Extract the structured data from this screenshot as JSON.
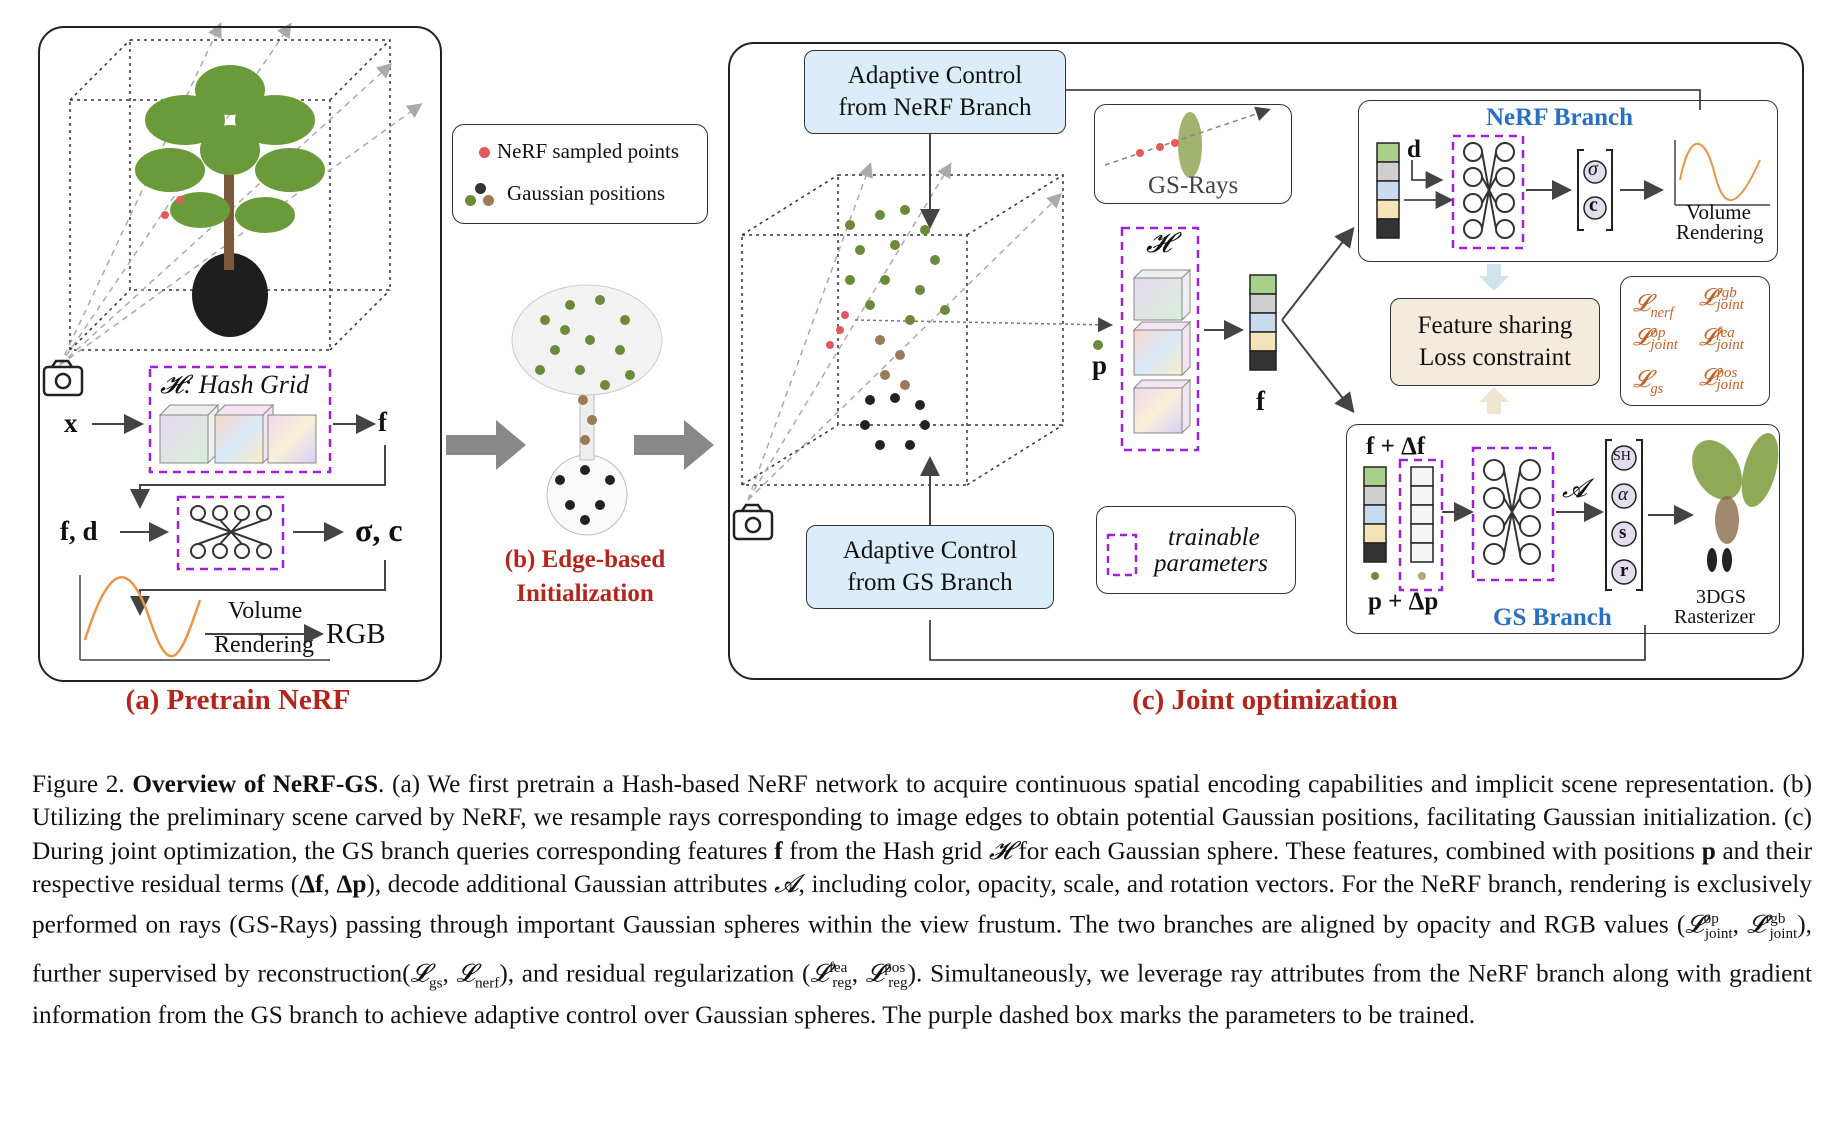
{
  "panel_a": {
    "title": "(a) Pretrain NeRF",
    "hash_grid_label": "𝓗: Hash Grid",
    "x_label": "x",
    "f_label": "f",
    "fd_label": "f, d",
    "sigma_c_label": "σ, c",
    "volume_rendering_label_1": "Volume",
    "volume_rendering_label_2": "Rendering",
    "rgb_label": "RGB"
  },
  "legend": {
    "items": [
      {
        "label": "NeRF sampled points",
        "color": "#e45a5a"
      },
      {
        "label": "Gaussian positions",
        "color": "#6b8a3a"
      }
    ]
  },
  "panel_b": {
    "title_line1": "(b) Edge-based",
    "title_line2": "Initialization"
  },
  "panel_c": {
    "title": "(c) Joint optimization",
    "adaptive_nerf_line1": "Adaptive Control",
    "adaptive_nerf_line2": "from NeRF Branch",
    "adaptive_gs_line1": "Adaptive Control",
    "adaptive_gs_line2": "from GS Branch",
    "gs_rays_label": "GS-Rays",
    "hash_label": "𝓗",
    "p_label": "p",
    "f_label": "f",
    "nerf_branch_title": "NeRF Branch",
    "d_label": "d",
    "sigma_label": "σ",
    "c_label": "c",
    "volume_rendering_1": "Volume",
    "volume_rendering_2": "Rendering",
    "feature_sharing_1": "Feature sharing",
    "feature_sharing_2": "Loss constraint",
    "losses": {
      "nerf": "nerf",
      "joint_rgb": "rgb",
      "joint": "joint",
      "op": "op",
      "fea": "fea",
      "gs": "gs",
      "pos": "pos"
    },
    "f_delta_label": "f + Δf",
    "p_delta_label": "p + Δp",
    "A_label": "𝓐",
    "attr_labels": [
      "SH",
      "α",
      "s",
      "r"
    ],
    "gs_branch_title": "GS Branch",
    "rasterizer_1": "3DGS",
    "rasterizer_2": "Rasterizer",
    "trainable_1": "trainable",
    "trainable_2": "parameters"
  },
  "caption": {
    "fig_label": "Figure 2.",
    "fig_title": "Overview of NeRF-GS",
    "s1": ". (a) We first pretrain a Hash-based NeRF network to acquire continuous spatial encoding capabilities and implicit scene representation. (b) Utilizing the preliminary scene carved by NeRF, we resample rays corresponding to image edges to obtain potential Gaussian positions, facilitating Gaussian initialization. (c) During joint optimization, the GS branch queries corresponding features ",
    "f": "f",
    "s2": " from the Hash grid ",
    "H": "𝓗",
    "s3": " for each Gaussian sphere. These features, combined with positions ",
    "p": "p",
    "s4": " and their respective residual terms (",
    "df": "Δf",
    "comma": ", ",
    "dp": "Δp",
    "s5": "), decode additional Gaussian attributes ",
    "A": "𝓐",
    "s6": ", including color, opacity, scale, and rotation vectors. For the NeRF branch, rendering is exclusively performed on rays (GS-Rays) passing through important Gaussian spheres within the view frustum. The two branches are aligned by opacity and RGB values (",
    "s7": "), further supervised by reconstruction(",
    "s8": "), and residual regularization (",
    "s9": "). Simultaneously, we leverage ray attributes from the NeRF branch along with gradient information from the GS branch to achieve adaptive control over Gaussian spheres. The purple dashed box marks the parameters to be trained.",
    "L": "𝓛",
    "sub_joint": "joint",
    "sup_op": "op",
    "sup_rgb": "rgb",
    "sub_gs": "gs",
    "sub_nerf": "nerf",
    "sub_reg": "reg",
    "sup_fea": "fea",
    "sup_pos": "pos"
  }
}
